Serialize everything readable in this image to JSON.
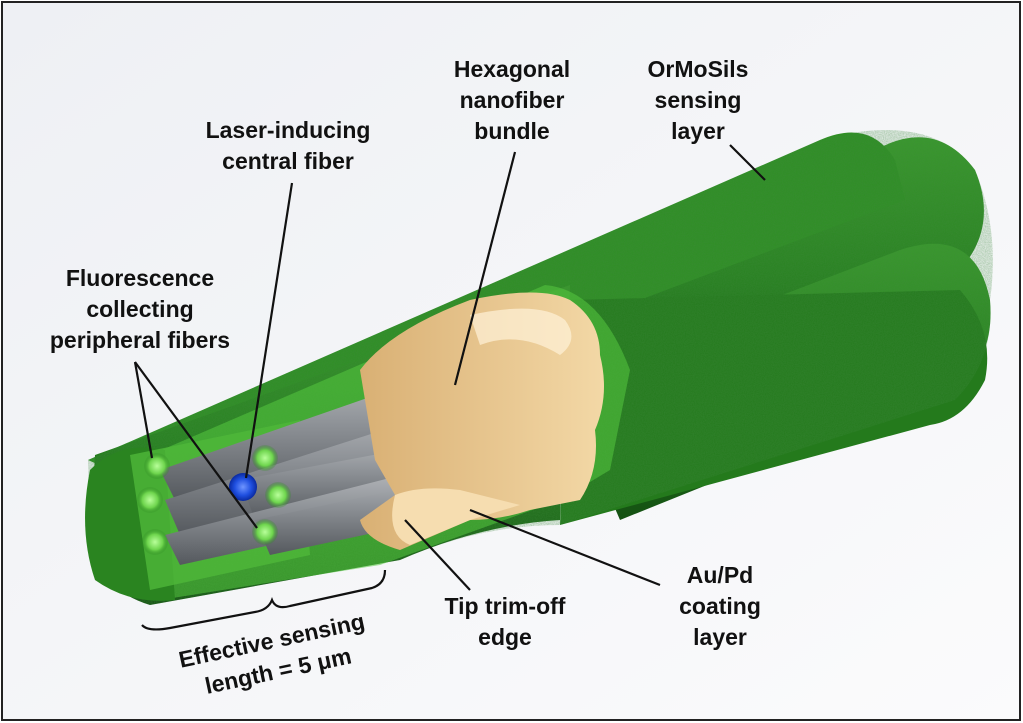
{
  "labels": {
    "hexagonal_bundle": [
      "Hexagonal",
      "nanofiber",
      "bundle"
    ],
    "ormosils_layer": [
      "OrMoSils",
      "sensing",
      "layer"
    ],
    "laser_fiber": [
      "Laser-inducing",
      "central fiber"
    ],
    "fluorescence_fibers": [
      "Fluorescence",
      "collecting",
      "peripheral fibers"
    ],
    "tip_trim": [
      "Tip trim-off",
      "edge"
    ],
    "aupd_layer": [
      "Au/Pd",
      "coating",
      "layer"
    ],
    "effective_length": [
      "Effective sensing",
      "length = 5 μm"
    ]
  },
  "colors": {
    "sensing_green": "#2e8a22",
    "sensing_dark": "#1d5e17",
    "coating_tan": "#e8c591",
    "fiber_gray": "#8f9398",
    "laser_blue": "#1f4fe0",
    "fluor_glow": "#7ce35f"
  }
}
